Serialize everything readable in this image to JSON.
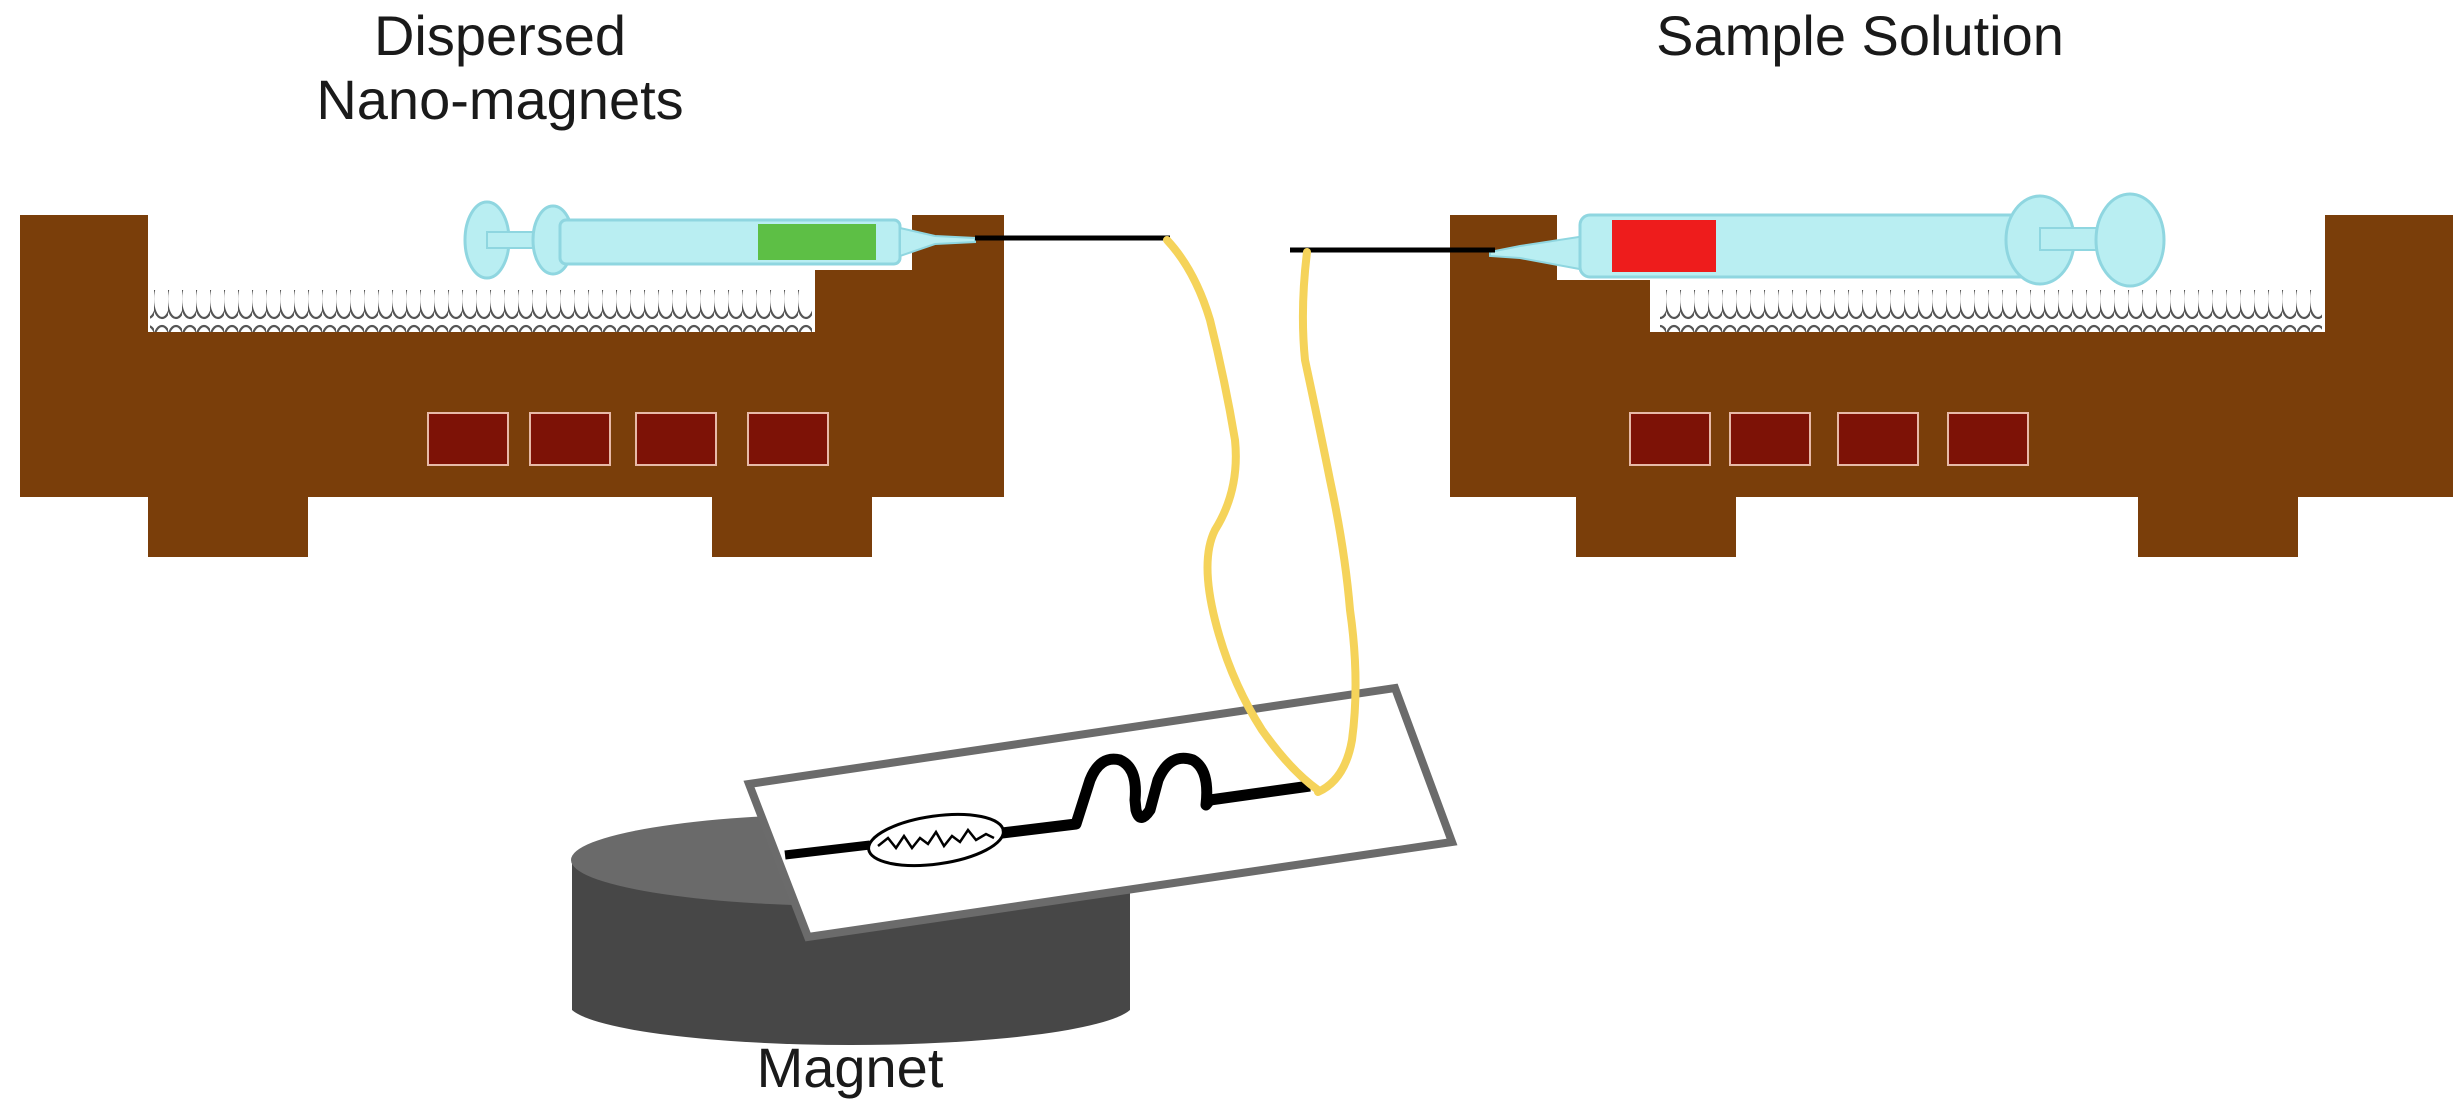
{
  "labels": {
    "left_pump_line1": "Dispersed",
    "left_pump_line2": "Nano-magnets",
    "right_pump": "Sample Solution",
    "magnet": "Magnet"
  },
  "colors": {
    "pump_body": "#7a3e0a",
    "pump_buttons": "#7d1206",
    "syringe_glass": "#b9eef2",
    "syringe_outline": "#8fd6e0",
    "left_syringe_fluid": "#5dbf45",
    "right_syringe_fluid": "#ee1c1c",
    "tubing": "#f5d35a",
    "magnet_top": "#6a6a6a",
    "magnet_side": "#474747",
    "chip_border": "#6b6b6b",
    "channel": "#000000"
  },
  "icons": {
    "left_pump": "syringe-pump-icon",
    "right_pump": "syringe-pump-icon",
    "magnet": "cylinder-magnet-icon",
    "chip": "microfluidic-chip-icon"
  },
  "pump_button_count": 4
}
